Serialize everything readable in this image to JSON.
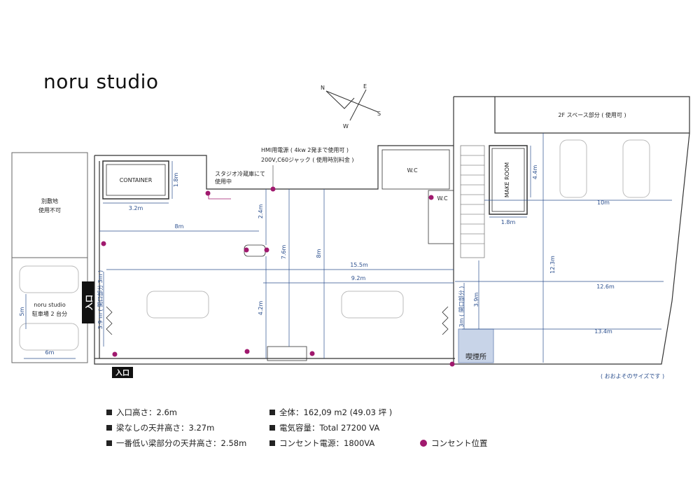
{
  "title": "noru studio",
  "compass": {
    "n": "N",
    "e": "E",
    "s": "S",
    "w": "W"
  },
  "rooms": {
    "container": "CONTAINER",
    "wc1": "W.C",
    "wc2": "W.C",
    "make_room": "MAKE ROOM",
    "space_2f": "2F スペース部分 ( 使用可 )",
    "neighbor_line1": "別敷地",
    "neighbor_line2": "使用不可",
    "parking_line1": "noru studio",
    "parking_line2": "駐車場 2 台分",
    "smoking": "喫煙所",
    "entrance_side": "入口",
    "entrance_bottom": "入口"
  },
  "notes": {
    "fridge_line1": "スタジオ冷蔵庫にて",
    "fridge_line2": "使用中",
    "hmi_line1": "HMI用電源 ( 4kw 2発まで使用可 )",
    "hmi_line2": "200V,C60ジャック ( 使用時別料金 )",
    "approx": "( おおよそのサイズです )"
  },
  "dimensions": {
    "d_1_8": "1.8m",
    "d_3_2": "3.2m",
    "d_8": "8m",
    "d_2_4": "2.4m",
    "d_7_6": "7.6m",
    "d_8v": "8m",
    "d_15_5": "15.5m",
    "d_9_2": "9.2m",
    "d_4_2": "4.2m",
    "d_3m_left": "3.9 m ( 開口部分 3m )",
    "d_5": "5m",
    "d_6": "6m",
    "d_4_4": "4.4m",
    "d_1_8b": "1.8m",
    "d_10": "10m",
    "d_12_3": "12.3m",
    "d_12_6": "12.6m",
    "d_13_4": "13.4m",
    "d_3m_right": "3m ( 開口部分 )",
    "d_3_9": "3.9m"
  },
  "legend": {
    "col1": [
      "入口高さ：2.6m",
      "梁なしの天井高さ：3.27m",
      "一番低い梁部分の天井高さ：2.58m"
    ],
    "col2": [
      "全体：162,09 m2 (49.03 坪 )",
      "電気容量：Total  27200 VA",
      "コンセント電源：1800VA"
    ],
    "outlet": "コンセント位置"
  },
  "colors": {
    "outlet": "#a0196e",
    "dimension": "#2b4f8e",
    "smoking_area": "#c8d4e8"
  }
}
